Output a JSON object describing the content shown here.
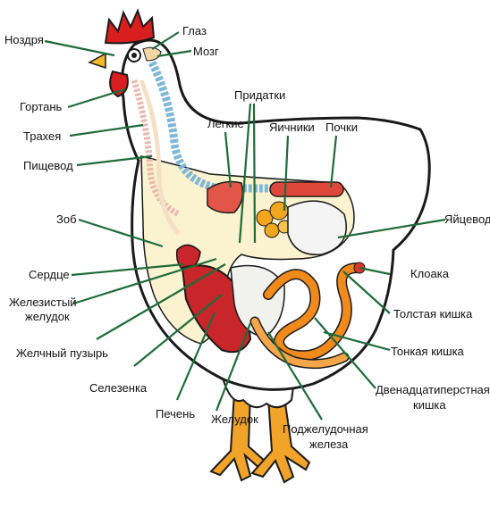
{
  "labels": {
    "nostril": "Ноздря",
    "eye": "Глаз",
    "brain": "Мозг",
    "larynx": "Гортань",
    "trachea": "Трахея",
    "esophagus": "Пищевод",
    "appendages": "Придатки",
    "lungs": "Легкие",
    "ovaries": "Яичники",
    "kidneys": "Почки",
    "crop": "Зоб",
    "oviduct": "Яйцевод",
    "heart": "Сердце",
    "cloaca": "Клоака",
    "proventriculus_1": "Железистый",
    "proventriculus_2": "желудок",
    "large_intestine": "Толстая кишка",
    "gallbladder": "Желчный пузырь",
    "small_intestine": "Тонкая кишка",
    "spleen": "Селезенка",
    "duodenum_1": "Двенадцатиперстная",
    "duodenum_2": "кишка",
    "liver": "Печень",
    "gizzard": "Желудок",
    "pancreas_1": "Поджелудочная",
    "pancreas_2": "железа"
  },
  "colors": {
    "leader": "#1f6b3a",
    "outline": "#1a1a1a",
    "body": "#ffffff",
    "cavity": "#fbf2cf",
    "comb": "#d81e1e",
    "spine": "#7fb7d6",
    "trachea": "#e9b9b0",
    "lungs": "#e2564a",
    "ovary": "#f2a51f",
    "kidney": "#e0473b",
    "heart": "#c8262a",
    "intestine": "#f08a1d",
    "leg": "#f2a42a"
  }
}
